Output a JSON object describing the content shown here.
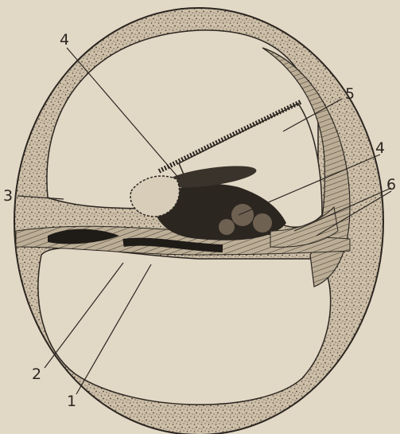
{
  "diagram": {
    "labels": {
      "l1": "1",
      "l2": "2",
      "l3": "3",
      "l4a": "4",
      "l4b": "4",
      "l5": "5",
      "l6": "6"
    }
  },
  "colors": {
    "paper": "#e2d8c6",
    "bone": "#cfc3ad",
    "ink": "#2b2620",
    "tissue": "#1f1b17"
  }
}
